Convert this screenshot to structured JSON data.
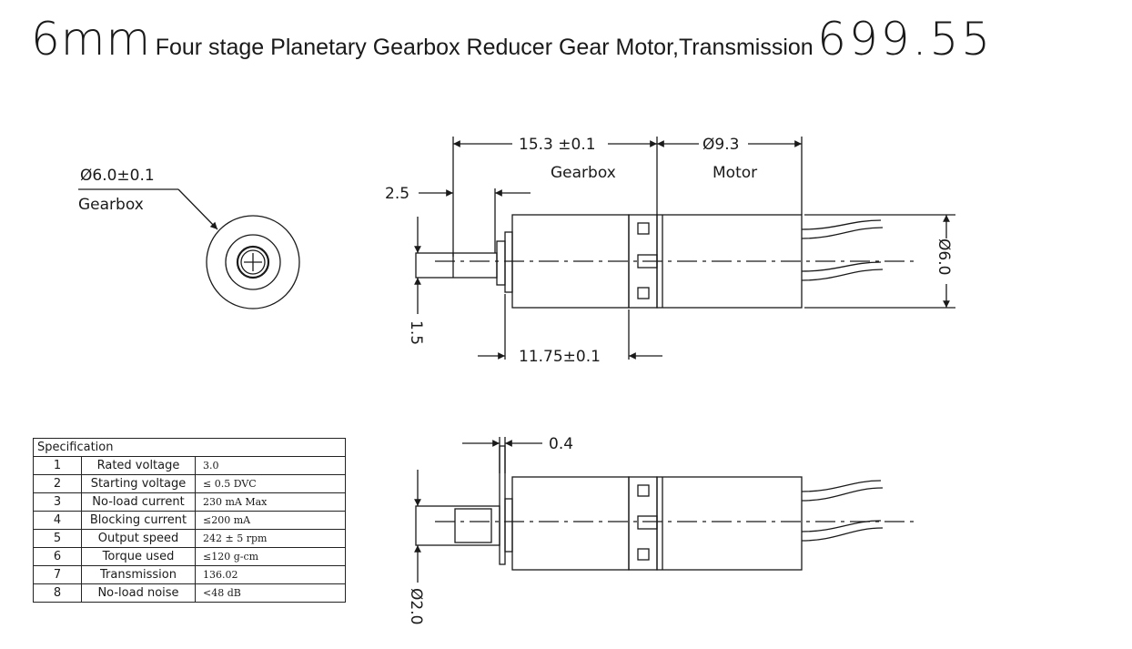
{
  "header": {
    "size": "6mm",
    "description": "Four stage Planetary Gearbox Reducer Gear Motor,Transmission",
    "ratio": "699.55"
  },
  "end_view": {
    "diameter_label": "Ø6.0±0.1",
    "part_label": "Gearbox"
  },
  "side_view": {
    "gearbox_length": "15.3 ±0.1",
    "gearbox_label": "Gearbox",
    "motor_length": "Ø9.3",
    "motor_label": "Motor",
    "shaft_length": "2.5",
    "body_diameter": "Ø6.0",
    "flat_height": "1.5",
    "gearbox_body_length": "11.75±0.1"
  },
  "bottom_view": {
    "flange_thickness": "0.4",
    "shaft_diameter": "Ø2.0"
  },
  "specification": {
    "title": "Specification",
    "rows": [
      {
        "num": "1",
        "param": "Rated voltage",
        "value": "3.0"
      },
      {
        "num": "2",
        "param": "Starting voltage",
        "value": "≤ 0.5 DVC"
      },
      {
        "num": "3",
        "param": "No-load current",
        "value": "230 mA Max"
      },
      {
        "num": "4",
        "param": "Blocking current",
        "value": "≤200 mA"
      },
      {
        "num": "5",
        "param": "Output speed",
        "value": "242 ± 5 rpm"
      },
      {
        "num": "6",
        "param": "Torque used",
        "value": "≤120 g-cm"
      },
      {
        "num": "7",
        "param": "Transmission",
        "value": "136.02"
      },
      {
        "num": "8",
        "param": "No-load noise",
        "value": "<48 dB"
      }
    ]
  }
}
